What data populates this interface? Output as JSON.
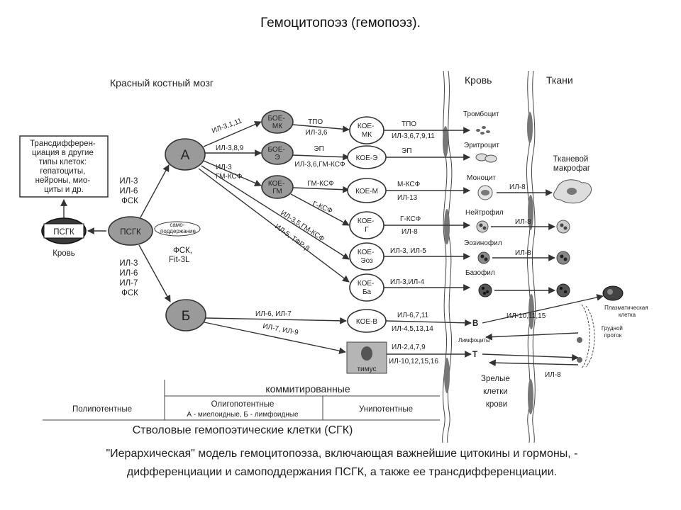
{
  "title": "Гемоцитопоэз (гемопоэз).",
  "regions": {
    "marrow": "Красный костный мозг",
    "blood": "Кровь",
    "tissues": "Ткани"
  },
  "transdiff_box": [
    "Трансдифферен-",
    "циация в другие",
    "типы клеток:",
    "гепатоциты,",
    "нейроны, мио-",
    "циты и др."
  ],
  "cells": {
    "psgk_blood": "ПСГК",
    "psgk_blood_label": "Кровь",
    "psgk": "ПСГК",
    "self_renewal": [
      "само-",
      "поддержание"
    ],
    "a": "А",
    "b": "Б",
    "boe_mk": [
      "БОЕ-",
      "МК"
    ],
    "boe_e": [
      "БОЕ-",
      "Э"
    ],
    "koe_gm": [
      "КОЕ-",
      "ГМ"
    ],
    "koe_mk": [
      "КОЕ-",
      "МК"
    ],
    "koe_e": "КОЕ-Э",
    "koe_m": "КОЕ-М",
    "koe_g": [
      "КОЕ-",
      "Г"
    ],
    "koe_eoz": [
      "КОЕ-",
      "Эоз"
    ],
    "koe_ba": [
      "КОЕ-",
      "Ба"
    ],
    "koe_v": "КОЕ-В",
    "thymus": "тимус"
  },
  "cytokines": {
    "to_a": [
      "ИЛ-3",
      "ИЛ-6",
      "ФСК"
    ],
    "psgk_self": [
      "ФСК,",
      "Fit-3L"
    ],
    "to_b": [
      "ИЛ-3",
      "ИЛ-6",
      "ИЛ-7",
      "ФСК"
    ],
    "a_boemk": "ИЛ-3,1,11",
    "a_boee": "ИЛ-3,8,9",
    "a_koegm": [
      "ИЛ-3",
      "ГМ-КСФ"
    ],
    "boemk_koemk": [
      "ТПО",
      "ИЛ-3,6"
    ],
    "boee_koee": [
      "ЭП",
      "ИЛ-3,6,ГМ-КСФ"
    ],
    "koegm_koem": "ГМ-КСФ",
    "koegm_koeg": "Г-КСФ",
    "a_koeeoz": "ИЛ-3,5,ГМ-КСФ",
    "a_koeba": "ИЛ-5, ТФР-β",
    "koemk_out": [
      "ТПО",
      "ИЛ-3,6,7,9,11"
    ],
    "koee_out": "ЭП",
    "koem_out": [
      "М-КСФ",
      "ИЛ-13"
    ],
    "koeg_out": [
      "Г-КСФ",
      "ИЛ-8"
    ],
    "koeeoz_out": "ИЛ-3, ИЛ-5",
    "koeba_out": "ИЛ-3,ИЛ-4",
    "b_koev": "ИЛ-6, ИЛ-7",
    "b_thymus": "ИЛ-7, ИЛ-9",
    "koev_out": [
      "ИЛ-6,7,11",
      "ИЛ-4,5,13,14"
    ],
    "thymus_out": [
      "ИЛ-2,4,7,9",
      "ИЛ-10,12,15,16"
    ],
    "mono_macro": "ИЛ-8",
    "neut_tissue": "ИЛ-8",
    "eoz_tissue": "ИЛ-8",
    "b_plasma": "ИЛ-10,11,15",
    "t_tissue": "ИЛ-8"
  },
  "mature_cells": {
    "thrombocyte": "Тромбоцит",
    "erythrocyte": "Эритроцит",
    "monocyte": "Моноцит",
    "neutrophil": "Нейтрофил",
    "eosinophil": "Эозинофил",
    "basophil": "Базофил",
    "lymphocytes": "Лимфоциты",
    "b_letter": "В",
    "t_letter": "Т",
    "macrophage": [
      "Тканевой",
      "макрофаг"
    ],
    "plasma": [
      "Плазматическая",
      "клетка"
    ],
    "duct": [
      "Грудной",
      "проток"
    ],
    "mature_blood": [
      "Зрелые",
      "клетки",
      "крови"
    ]
  },
  "bottom_table": {
    "committed": "коммитированные",
    "polypotent": "Полипотентные",
    "oligopotent": "Олигопотентные",
    "oligo_sub": "А - миелоидные, Б - лимфоидные",
    "unipotent": "Унипотентные",
    "sgk": "Стволовые гемопоэтические клетки (СГК)"
  },
  "caption": [
    "\"Иерархическая\" модель гемоцитопоэза, включающая важнейшие цитокины и гормоны, -",
    "дифференциации и самоподдержания ПСГК, а также ее трансдифференциации."
  ]
}
